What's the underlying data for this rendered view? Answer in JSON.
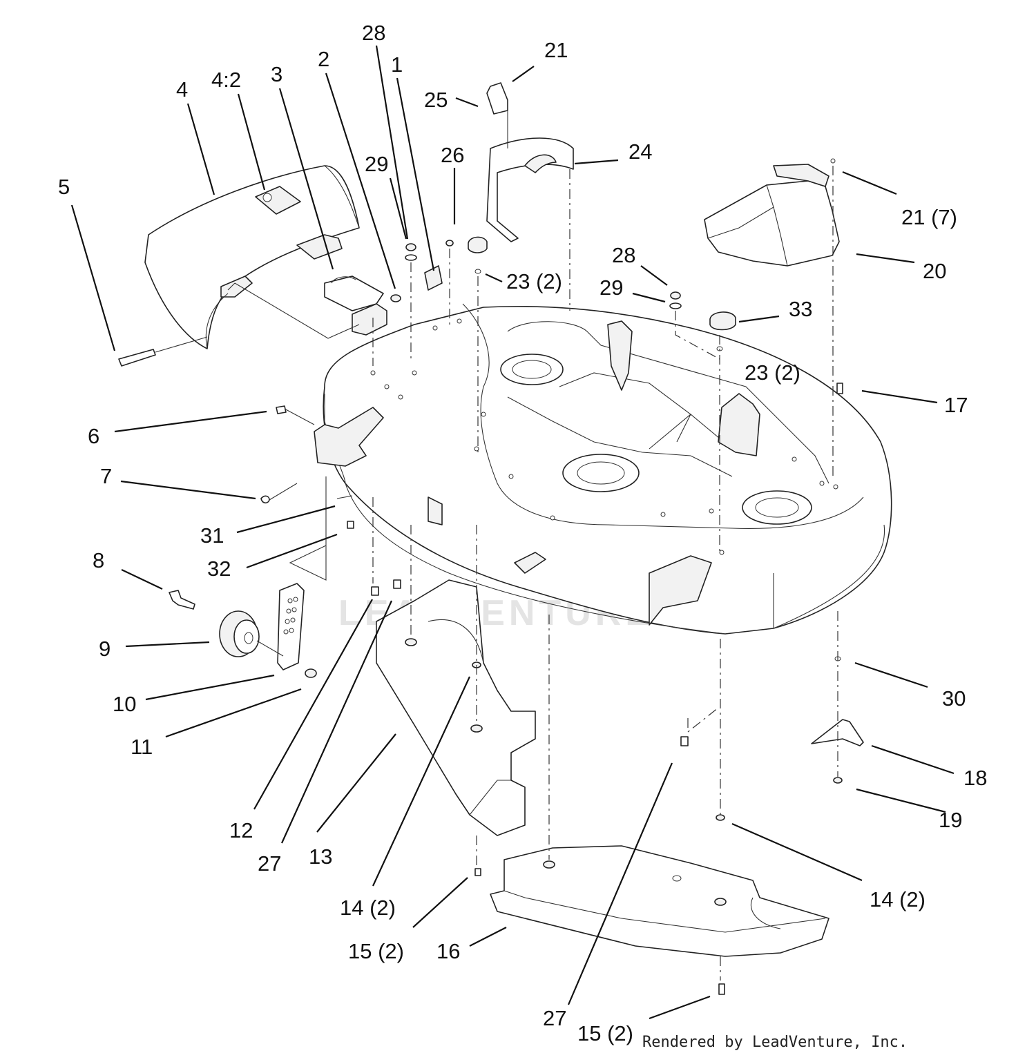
{
  "watermark": "LEADVENTURE",
  "credit": "Rendered by LeadVenture, Inc.",
  "callouts": {
    "c_28a": "28",
    "c_1": "1",
    "c_21a": "21",
    "c_4": "4",
    "c_42": "4:2",
    "c_3": "3",
    "c_2": "2",
    "c_25": "25",
    "c_29a": "29",
    "c_26": "26",
    "c_24": "24",
    "c_5": "5",
    "c_21b": "21 (7)",
    "c_23a": "23 (2)",
    "c_28b": "28",
    "c_20": "20",
    "c_29b": "29",
    "c_33": "33",
    "c_23b": "23 (2)",
    "c_17": "17",
    "c_6": "6",
    "c_7": "7",
    "c_31": "31",
    "c_8": "8",
    "c_32": "32",
    "c_9": "9",
    "c_30": "30",
    "c_10": "10",
    "c_11": "11",
    "c_18": "18",
    "c_19": "19",
    "c_12": "12",
    "c_13": "13",
    "c_27a": "27",
    "c_14a": "14 (2)",
    "c_14b": "14 (2)",
    "c_15a": "15 (2)",
    "c_16": "16",
    "c_27b": "27",
    "c_15b": "15 (2)"
  }
}
